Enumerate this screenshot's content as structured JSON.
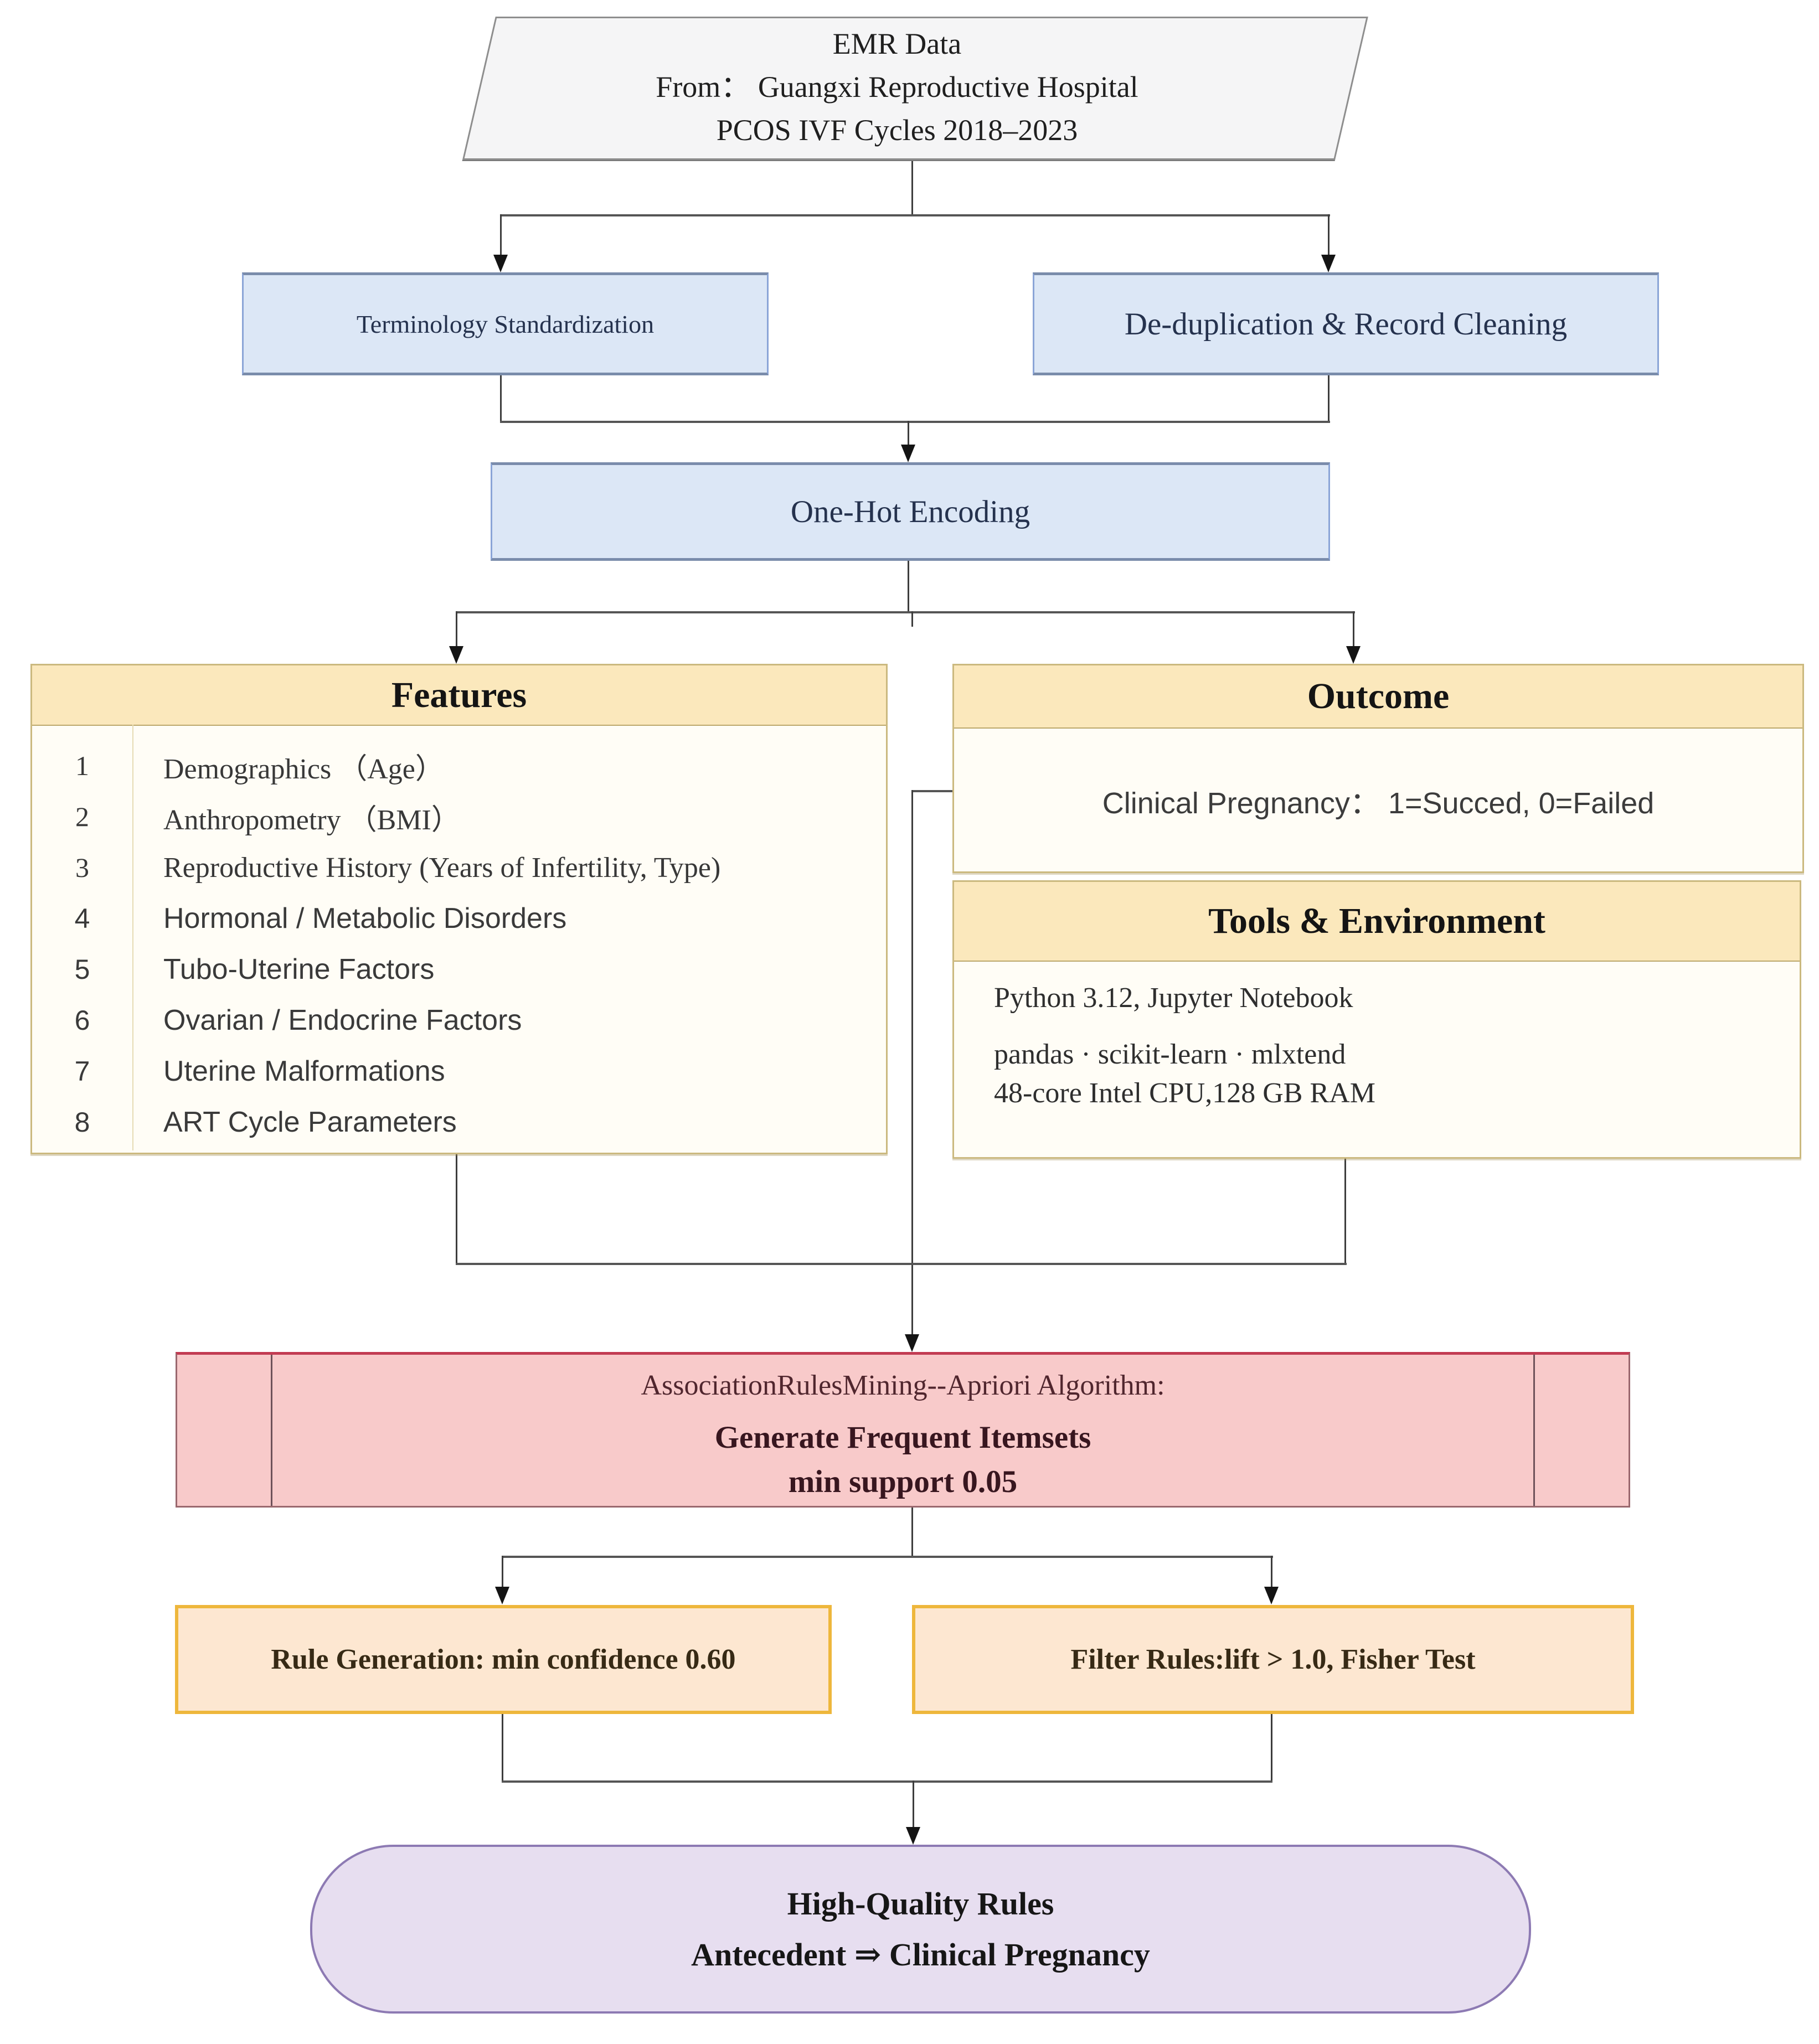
{
  "flowchart": {
    "emr": {
      "line1": "EMR Data",
      "line2": "From：  Guangxi Reproductive Hospital",
      "line3": "PCOS IVF Cycles 2018–2023"
    },
    "preprocess": {
      "terminology": "Terminology Standardization",
      "dedup": "De-duplication & Record Cleaning"
    },
    "encoding": {
      "label": "One-Hot Encoding"
    },
    "features": {
      "title": "Features",
      "items": [
        {
          "num": "1",
          "label": "Demographics （Age）"
        },
        {
          "num": "2",
          "label": "Anthropometry （BMI）"
        },
        {
          "num": "3",
          "label": "Reproductive History (Years of Infertility, Type)"
        },
        {
          "num": "4",
          "label": "Hormonal / Metabolic Disorders"
        },
        {
          "num": "5",
          "label": "Tubo-Uterine Factors"
        },
        {
          "num": "6",
          "label": "Ovarian / Endocrine Factors"
        },
        {
          "num": "7",
          "label": "Uterine Malformations"
        },
        {
          "num": "8",
          "label": "ART Cycle Parameters"
        }
      ]
    },
    "outcome": {
      "title": "Outcome",
      "body": "Clinical Pregnancy： 1=Succed, 0=Failed"
    },
    "tools": {
      "title": "Tools & Environment",
      "line1": "Python 3.12, Jupyter Notebook",
      "line2": "pandas · scikit-learn · mlxtend",
      "line3": "48-core Intel CPU,128 GB RAM"
    },
    "mining": {
      "line1": "AssociationRulesMining--Apriori Algorithm:",
      "line2": "Generate Frequent Itemsets",
      "line3": "min support 0.05"
    },
    "rule_generation": {
      "label": "Rule Generation: min confidence 0.60"
    },
    "filter_rules": {
      "label": "Filter Rules:lift > 1.0, Fisher Test"
    },
    "result": {
      "line1": "High-Quality Rules",
      "line2": "Antecedent ⇒ Clinical Pregnancy"
    }
  },
  "colors": {
    "background": "#ffffff",
    "parallelogram_fill": "#f5f5f6",
    "parallelogram_border": "#8e8e8e",
    "blue_fill": "#dce7f6",
    "blue_border": "#8ba5d7",
    "card_header_fill": "#fbe8bc",
    "card_border": "#cbb97f",
    "card_body_fill": "#fffdf6",
    "pink_fill": "#f8caca",
    "pink_border": "#9a686e",
    "pink_top_border": "#c23b52",
    "orange_fill": "#fde7d1",
    "orange_border": "#eeb73c",
    "purple_fill": "#e7def0",
    "purple_border": "#8d7ab3",
    "connector": "#3d3d3d"
  }
}
